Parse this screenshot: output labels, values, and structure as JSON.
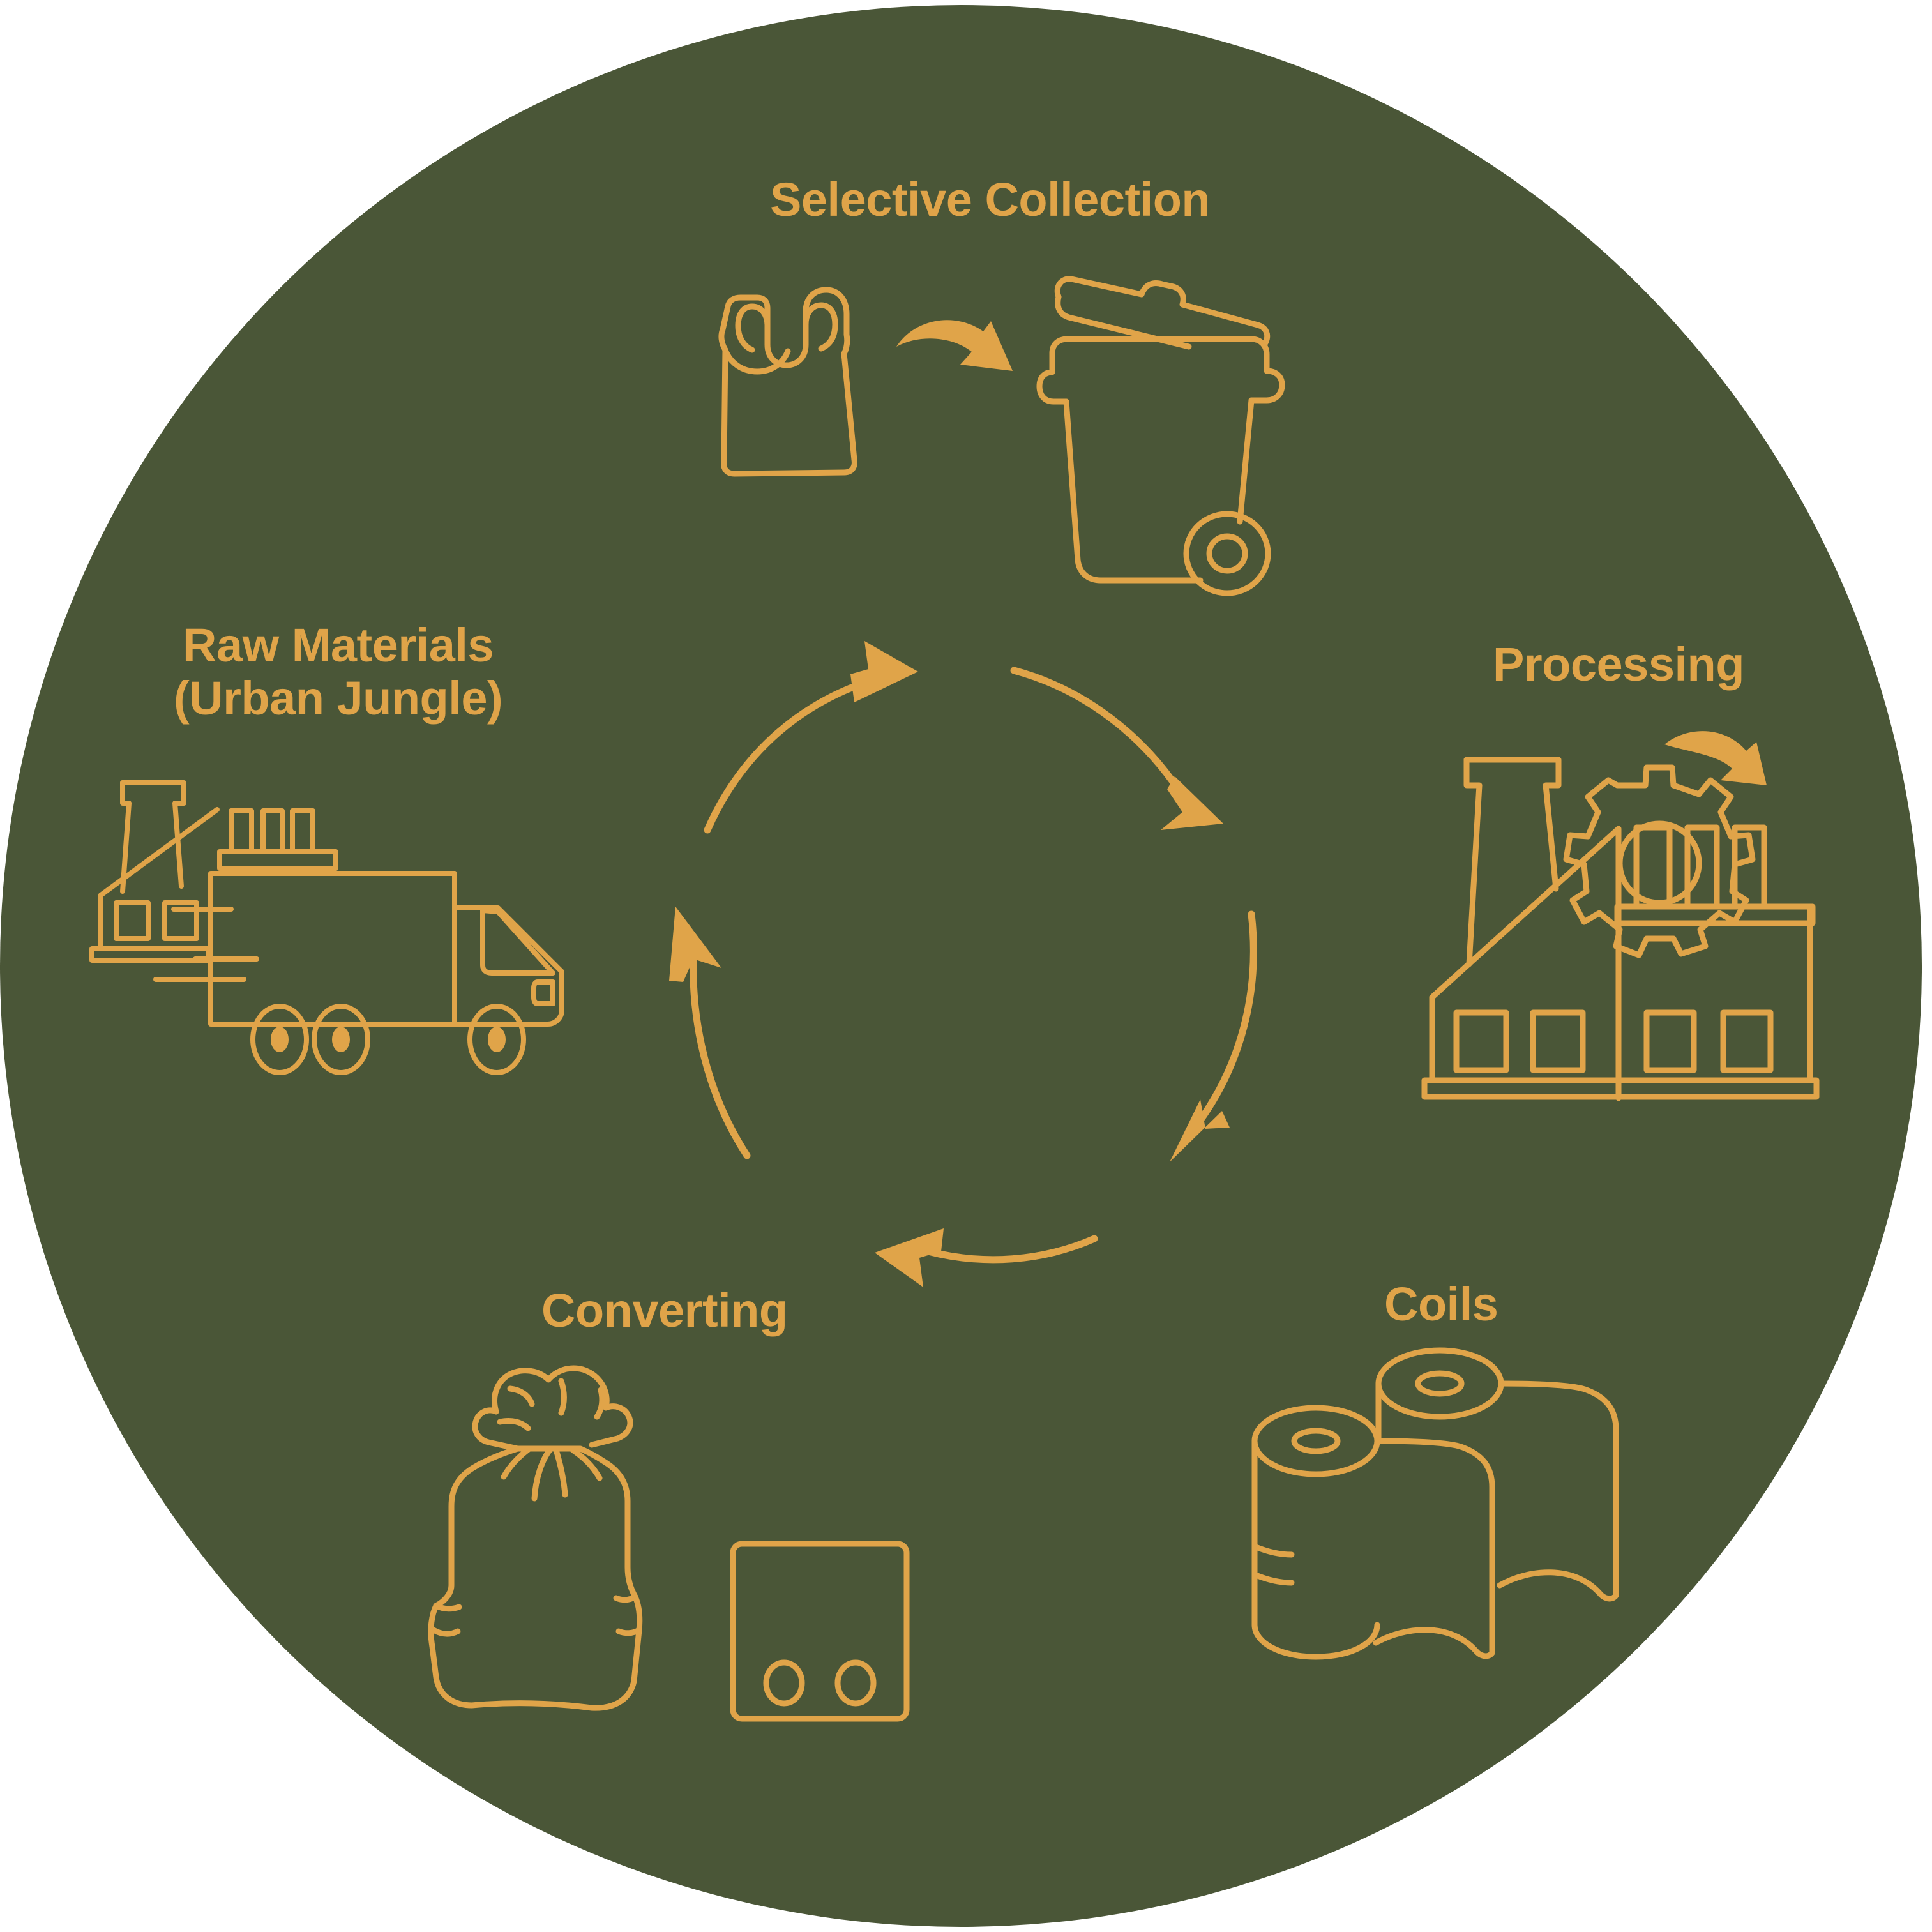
{
  "diagram": {
    "title": "Plastic Recycling Lifecycle Circular Diagram",
    "background_color": "#4A5637",
    "accent_color": "#E0A449",
    "shape": "circle",
    "flow_direction": "clockwise",
    "stages": [
      {
        "id": "selective-collection",
        "label": "Selective Collection",
        "position": "top",
        "order": 1,
        "icons": [
          "plastic-bag-icon",
          "curved-arrow-icon",
          "wheelie-bin-icon"
        ]
      },
      {
        "id": "processing",
        "label": "Processing",
        "position": "right",
        "order": 2,
        "icons": [
          "factory-gear-icon",
          "curved-arrow-icon"
        ]
      },
      {
        "id": "coils",
        "label": "Coils",
        "position": "bottom-right",
        "order": 3,
        "icons": [
          "film-rolls-icon"
        ]
      },
      {
        "id": "converting",
        "label": "Converting",
        "position": "bottom-left",
        "order": 4,
        "icons": [
          "tied-trash-bag-icon",
          "plastic-pouch-icon"
        ]
      },
      {
        "id": "raw-materials",
        "label": "Raw Materials\n(Urban Jungle)",
        "label_line_1": "Raw Materials",
        "label_line_2": "(Urban Jungle)",
        "position": "left",
        "order": 5,
        "icons": [
          "factory-icon",
          "garbage-truck-icon"
        ]
      }
    ],
    "center_cycle": {
      "name": "cycle-arrows",
      "arrow_count": 4,
      "arrows": [
        {
          "id": "arrow-top-left",
          "direction": "up-right"
        },
        {
          "id": "arrow-top-right",
          "direction": "down-right"
        },
        {
          "id": "arrow-bottom-right",
          "direction": "down-left"
        },
        {
          "id": "arrow-bottom",
          "direction": "left"
        },
        {
          "id": "arrow-left",
          "direction": "up"
        }
      ]
    }
  }
}
